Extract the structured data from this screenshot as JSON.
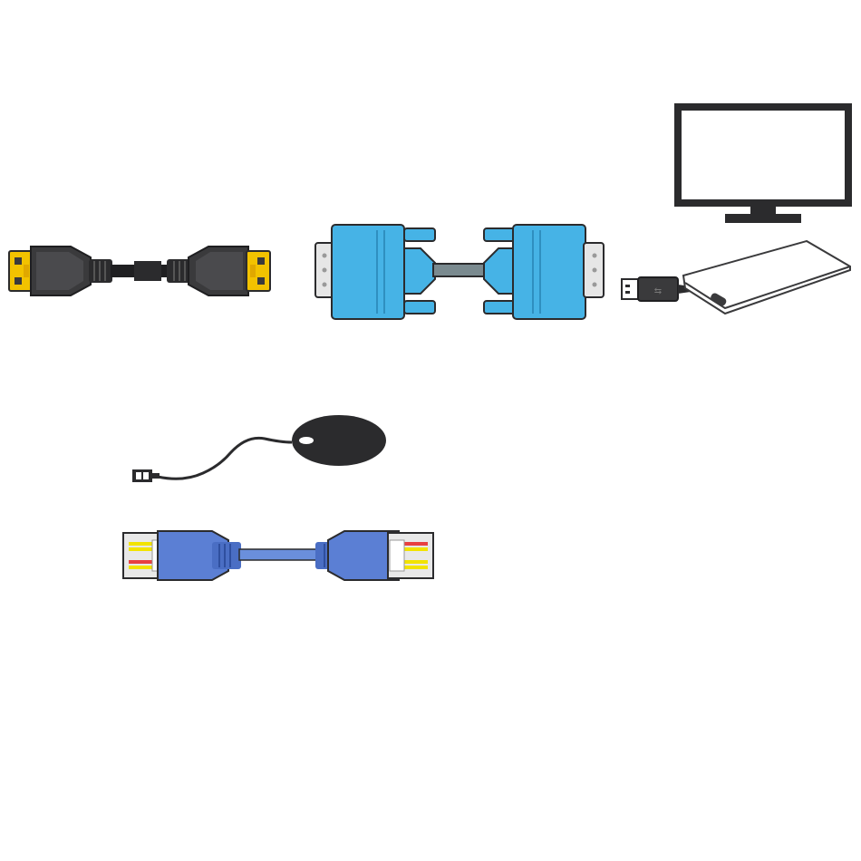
{
  "items": [
    {
      "id": "hdmi-cable",
      "icon": "hdmi-cable-icon"
    },
    {
      "id": "vga-cable",
      "icon": "vga-cable-icon"
    },
    {
      "id": "monitor",
      "icon": "monitor-icon"
    },
    {
      "id": "usb-external-drive",
      "icon": "external-drive-icon"
    },
    {
      "id": "mouse",
      "icon": "mouse-icon"
    },
    {
      "id": "ethernet-cable",
      "icon": "ethernet-cable-icon"
    }
  ],
  "colors": {
    "hdmi_body": "#3a3a3c",
    "hdmi_pin": "#f2c200",
    "vga_body": "#46b3e6",
    "vga_shell": "#e6e6e6",
    "monitor": "#2b2b2d",
    "drive_outline": "#3a3a3c",
    "mouse": "#2b2b2d",
    "ethernet_boot": "#5b7fd4",
    "ethernet_plug": "#e8e8e8"
  }
}
